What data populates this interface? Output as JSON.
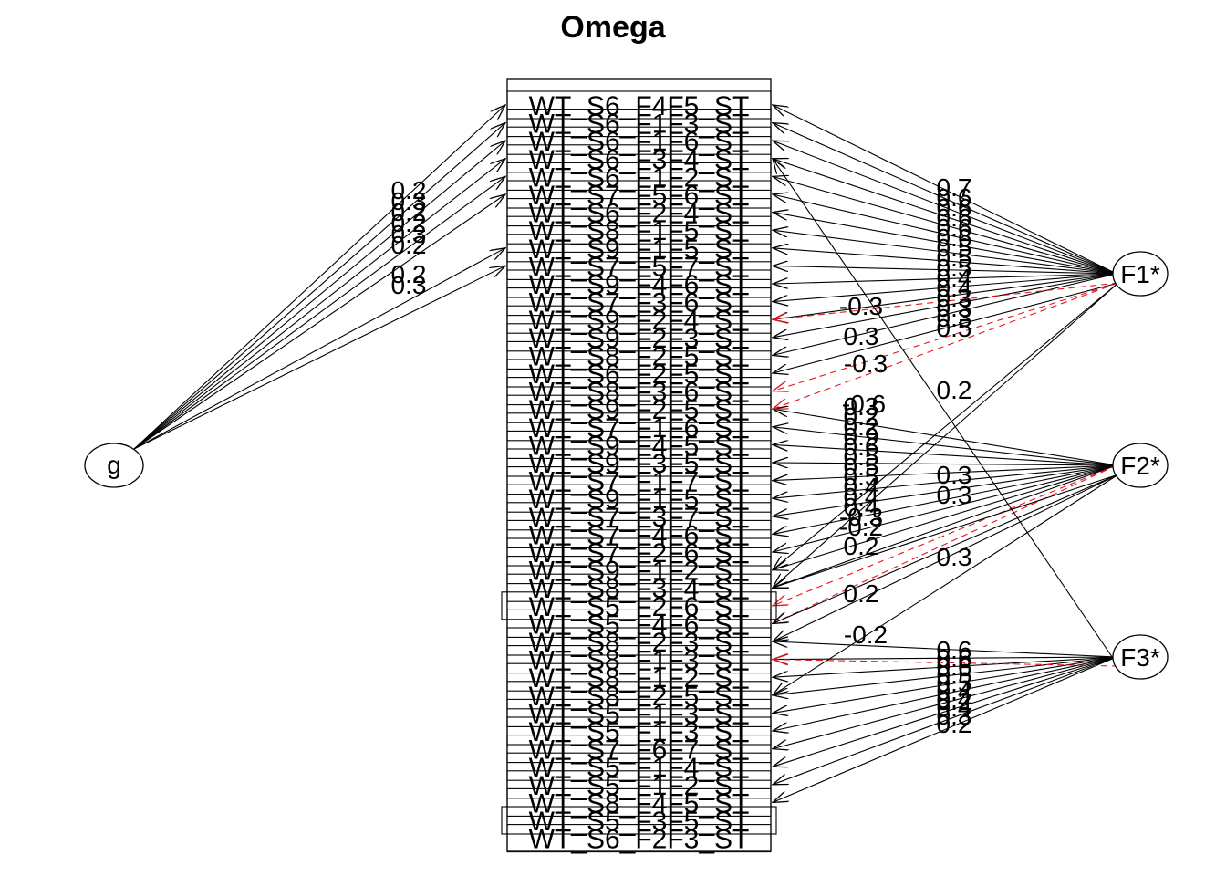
{
  "diagram": {
    "title": "Omega",
    "general_factor": "g",
    "factors": [
      "F1*",
      "F2*",
      "F3*"
    ],
    "variables": [
      "WT_S6_F4F5_ST",
      "WT_S6_F1F3_ST",
      "WT_S6_F1F6_ST",
      "WT_S6_F3F4_ST",
      "WT_S6_F1F2_ST",
      "WT_S7_F5F6_ST",
      "WT_S6_F2F4_ST",
      "WT_S8_F1F5_ST",
      "WT_S9_F1F5_ST",
      "WT_S7_F5F7_ST",
      "WT_S9_F4F6_ST",
      "WT_S7_F3F6_ST",
      "WT_S9_F2F4_ST",
      "WT_S9_F2F3_ST",
      "WT_S8_F2F5_ST",
      "WT_S6_F2F5_ST",
      "WT_S8_F3F6_ST",
      "WT_S9_F2F5_ST",
      "WT_S7_F1F6_ST",
      "WT_S9_F4F5_ST",
      "WT_S9_F3F5_ST",
      "WT_S7_F1F7_ST",
      "WT_S9_F1F5_ST",
      "WT_S7_F3F7_ST",
      "WT_S7_F4F6_ST",
      "WT_S7_F2F6_ST",
      "WT_S9_F1F2_ST",
      "WT_S8_F3F4_ST",
      "WT_S5_F2F6_ST",
      "WT_S5_F4F6_ST",
      "WT_S8_F2F3_ST",
      "WT_S8_F1F3_ST",
      "WT_S8_F1F2_ST",
      "WT_S8_F2F5_ST",
      "WT_S5_F1F3_ST",
      "WT_S5_F1F3_ST",
      "WT_S7_F6F7_ST",
      "WT_S5_F1F4_ST",
      "WT_S5_F1F2_ST",
      "WT_S8_F4F5_ST",
      "WT_S5_F3F5_ST",
      "WT_S6_F2F3_ST"
    ],
    "g_loadings": [
      {
        "to": 0,
        "value": "0.2"
      },
      {
        "to": 1,
        "value": "0.3"
      },
      {
        "to": 2,
        "value": "0.2"
      },
      {
        "to": 3,
        "value": "0.2"
      },
      {
        "to": 4,
        "value": "0.3"
      },
      {
        "to": 5,
        "value": "0.2"
      },
      {
        "to": 8,
        "value": "0.2"
      },
      {
        "to": 9,
        "value": "0.3"
      }
    ],
    "f1_loadings": [
      {
        "to": 0,
        "value": "0.7"
      },
      {
        "to": 1,
        "value": "0.6"
      },
      {
        "to": 2,
        "value": "0.6"
      },
      {
        "to": 3,
        "value": "0.6"
      },
      {
        "to": 4,
        "value": "0.6"
      },
      {
        "to": 5,
        "value": "0.6"
      },
      {
        "to": 6,
        "value": "0.5"
      },
      {
        "to": 7,
        "value": "0.5"
      },
      {
        "to": 8,
        "value": "0.5"
      },
      {
        "to": 9,
        "value": "0.4"
      },
      {
        "to": 10,
        "value": "0.4"
      },
      {
        "to": 11,
        "value": "0.3"
      },
      {
        "to": 12,
        "value": "0.3"
      },
      {
        "to": 13,
        "value": "0.3"
      },
      {
        "to": 14,
        "value": "0.5"
      }
    ],
    "f2_loadings": [
      {
        "to": 17,
        "value": "0.3"
      },
      {
        "to": 18,
        "value": "0.2"
      },
      {
        "to": 19,
        "value": "0.2"
      },
      {
        "to": 20,
        "value": "0.9"
      },
      {
        "to": 21,
        "value": "0.6"
      },
      {
        "to": 22,
        "value": "0.5"
      },
      {
        "to": 23,
        "value": "0.5"
      },
      {
        "to": 24,
        "value": "0.5"
      },
      {
        "to": 25,
        "value": "0.4"
      },
      {
        "to": 26,
        "value": "0.4"
      },
      {
        "to": 27,
        "value": "0.4"
      },
      {
        "to": 28,
        "value": "-0.3"
      },
      {
        "to": 29,
        "value": "-0.2"
      }
    ],
    "f3_loadings": [
      {
        "to": 30,
        "value": "0.6"
      },
      {
        "to": 31,
        "value": "0.6"
      },
      {
        "to": 32,
        "value": "0.6"
      },
      {
        "to": 33,
        "value": "0.5"
      },
      {
        "to": 34,
        "value": "0.5"
      },
      {
        "to": 35,
        "value": "0.4"
      },
      {
        "to": 36,
        "value": "0.4"
      },
      {
        "to": 37,
        "value": "0.4"
      },
      {
        "to": 38,
        "value": "0.3"
      },
      {
        "to": 39,
        "value": "0.2"
      }
    ],
    "cross_loadings": [
      {
        "from": 0,
        "to": 12,
        "value": "-0.3"
      },
      {
        "from": 0,
        "to": 15,
        "value": "0.3"
      },
      {
        "from": 0,
        "to": 16,
        "value": "-0.3"
      },
      {
        "from": 0,
        "to": 17,
        "value": "-0.6"
      },
      {
        "from": 0,
        "to": 26,
        "value": "0.3"
      },
      {
        "from": 0,
        "to": 27,
        "value": "0.3"
      },
      {
        "from": 1,
        "to": 27,
        "value": "0.3"
      },
      {
        "from": 1,
        "to": 29,
        "value": "0.2"
      },
      {
        "from": 1,
        "to": 30,
        "value": "0.2"
      },
      {
        "from": 2,
        "to": 31,
        "value": "-0.2"
      },
      {
        "from": 2,
        "to": 3,
        "value": "0.2"
      },
      {
        "from": 1,
        "to": 33,
        "value": "0.2"
      }
    ],
    "colors": {
      "line": "#000000",
      "negative": "#e8141a",
      "background": "#ffffff"
    }
  }
}
